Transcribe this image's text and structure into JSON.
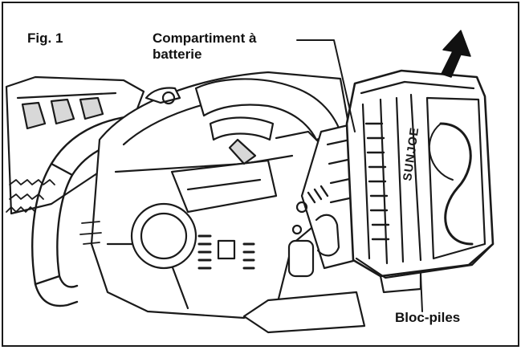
{
  "figure": {
    "number_label": "Fig. 1",
    "callouts": {
      "battery_compartment_line1": "Compartiment à",
      "battery_compartment_line2": "batterie",
      "battery_pack": "Bloc-piles"
    },
    "brand_mark": "SUNJOE"
  },
  "colors": {
    "line": "#1a1a1a",
    "background": "#ffffff",
    "shade": "#d8d8d8"
  }
}
